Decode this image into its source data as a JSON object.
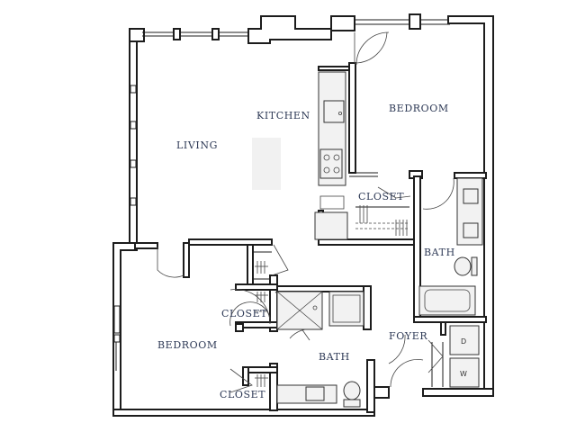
{
  "rooms": {
    "living": "LIVING",
    "kitchen": "KITCHEN",
    "bedroom_top": "BEDROOM",
    "closet_top": "CLOSET",
    "bath_right": "BATH",
    "foyer": "FOYER",
    "bedroom_bottom": "BEDROOM",
    "closet_mid": "CLOSET",
    "bath_bottom": "BATH",
    "closet_bottom": "CLOSET"
  },
  "appliances": {
    "dryer": "D",
    "washer": "W"
  }
}
